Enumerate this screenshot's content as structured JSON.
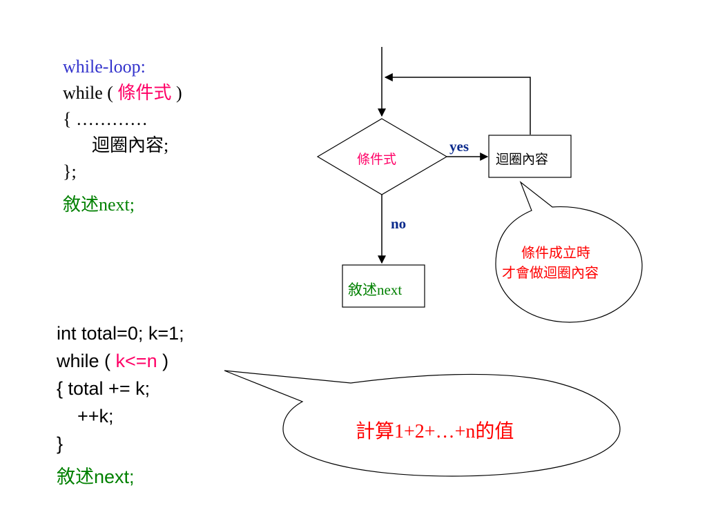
{
  "top_code": {
    "heading": "while-loop:",
    "line1_pre": "while ( ",
    "line1_cond": "條件式",
    "line1_post": " )",
    "line2": "{ …………",
    "line3": "迴圈內容;",
    "line4": "};",
    "line5": "敘述next;"
  },
  "bottom_code": {
    "line1": "int total=0;  k=1;",
    "line2_pre": "while ( ",
    "line2_cond": "k<=n",
    "line2_post": " )",
    "line3": "{  total += k;",
    "line4": "++k;",
    "line5": "}",
    "line6": "敘述next;"
  },
  "flowchart": {
    "condition": "條件式",
    "yes_label": "yes",
    "no_label": "no",
    "loop_body": "迴圈內容",
    "next_stmt": "敘述next"
  },
  "callouts": {
    "condition_note_line1": "條件成立時",
    "condition_note_line2": "才會做迴圈內容",
    "sum_note": "計算1+2+…+n的值"
  },
  "colors": {
    "blue": "#3333cc",
    "pink": "#ff0066",
    "green": "#008000",
    "red": "#ff0000",
    "navy": "#0a2a8c"
  }
}
